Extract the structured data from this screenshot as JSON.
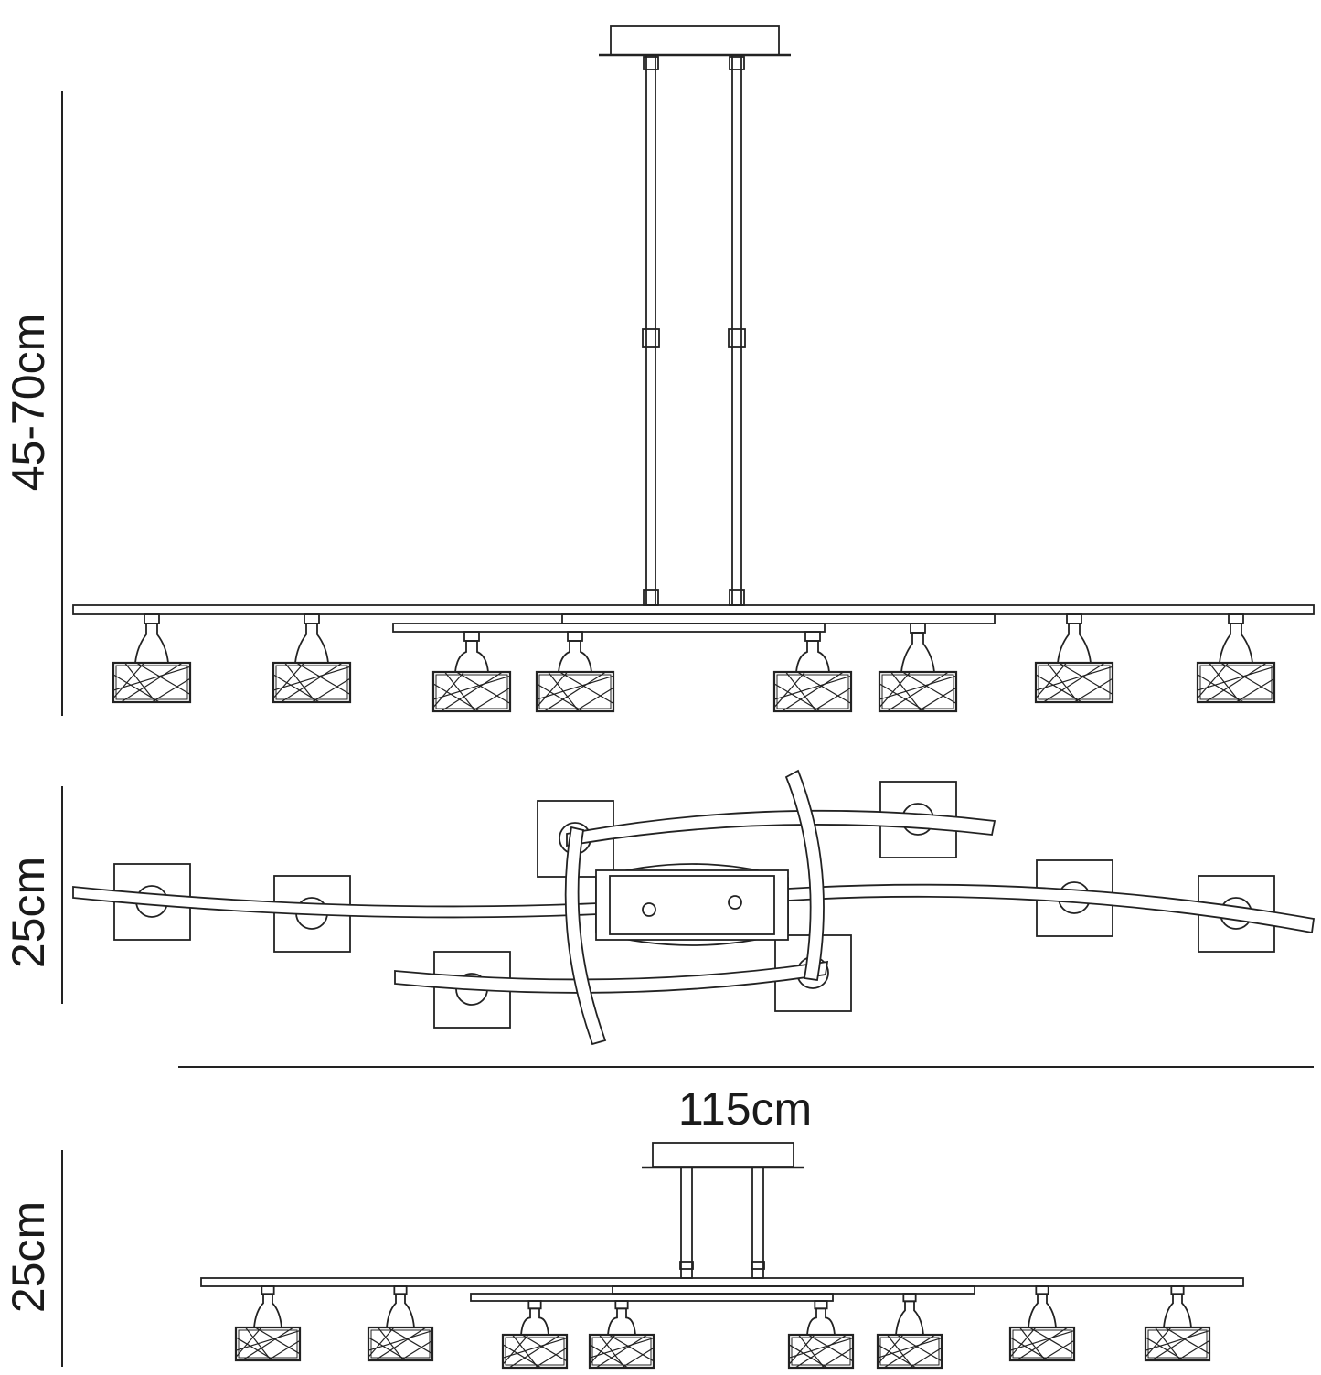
{
  "dimensions": {
    "drop_height": "45-70cm",
    "plan_depth": "25cm",
    "total_width": "115cm",
    "flush_height": "25cm"
  },
  "colors": {
    "line": "#222222",
    "background": "#ffffff"
  }
}
